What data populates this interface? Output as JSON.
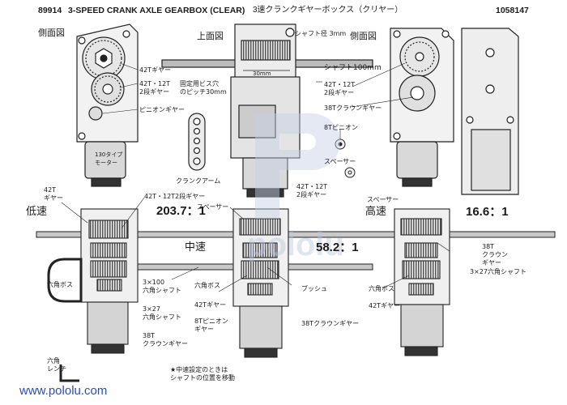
{
  "header": {
    "item_number": "89914",
    "title": "3-SPEED CRANK AXLE GEARBOX (CLEAR)",
    "title_jp": "3速クランクギヤーボックス（クリヤー）",
    "part_number": "1058147"
  },
  "views": {
    "side_view_left": "側面図",
    "top_view": "上面図",
    "side_view_right": "側面図"
  },
  "labels": {
    "gear_42t": "42Tギヤー",
    "gear_42t_12t_2stage": "42T・12T\n2段ギヤー",
    "pinion_gear": "ピニオンギヤー",
    "motor_130": "130タイプ\nモーター",
    "mount_hole_pitch": "固定用ビス穴\nのピッチ30mm",
    "shaft_diameter": "シャフト径 3mm",
    "dim_30mm": "30mm",
    "shaft_100mm": "シャフト100mm",
    "r_42t_12t": "42T・12T\n2段ギヤー",
    "crown_38t": "38Tクラウンギヤー",
    "pinion_8t": "8Tピニオン",
    "crank_arm": "クランクアーム",
    "spacer": "スペーサー",
    "low_42t_gear": "42T\nギヤー",
    "low_42t_12t": "42T・12T2段ギヤー",
    "mid_42t_12t": "42T・12T\n2段ギヤー",
    "spacer_mid": "スペーサー",
    "spacer_high": "スペーサー",
    "hex_boss_l": "六角ボス",
    "hex_shaft_100": "3×100\n六角シャフト",
    "hex_shaft_27_l": "3×27\n六角シャフト",
    "crown_38t_l": "38T\nクラウンギヤー",
    "hex_wrench": "六角\nレンチ",
    "hex_boss_m": "六角ボス",
    "gear_42t_m": "42Tギヤー",
    "pinion_8t_m": "8Tピニオン\nギヤー",
    "bush": "ブッシュ",
    "crown_38t_m": "38Tクラウンギヤー",
    "hex_boss_r": "六角ボス",
    "gear_42t_r": "42Tギヤー",
    "crown_38t_r": "38T\nクラウン\nギヤー",
    "hex_shaft_27_r": "3×27六角シャフト",
    "note": "★中速設定のときは\nシャフトの位置を移動"
  },
  "speeds": {
    "low_label": "低速",
    "low_ratio": "203.7：1",
    "mid_label": "中速",
    "mid_ratio": "58.2：1",
    "high_label": "高速",
    "high_ratio": "16.6：1"
  },
  "watermark": {
    "text": "pololu"
  },
  "footer": {
    "url": "www.pololu.com"
  }
}
